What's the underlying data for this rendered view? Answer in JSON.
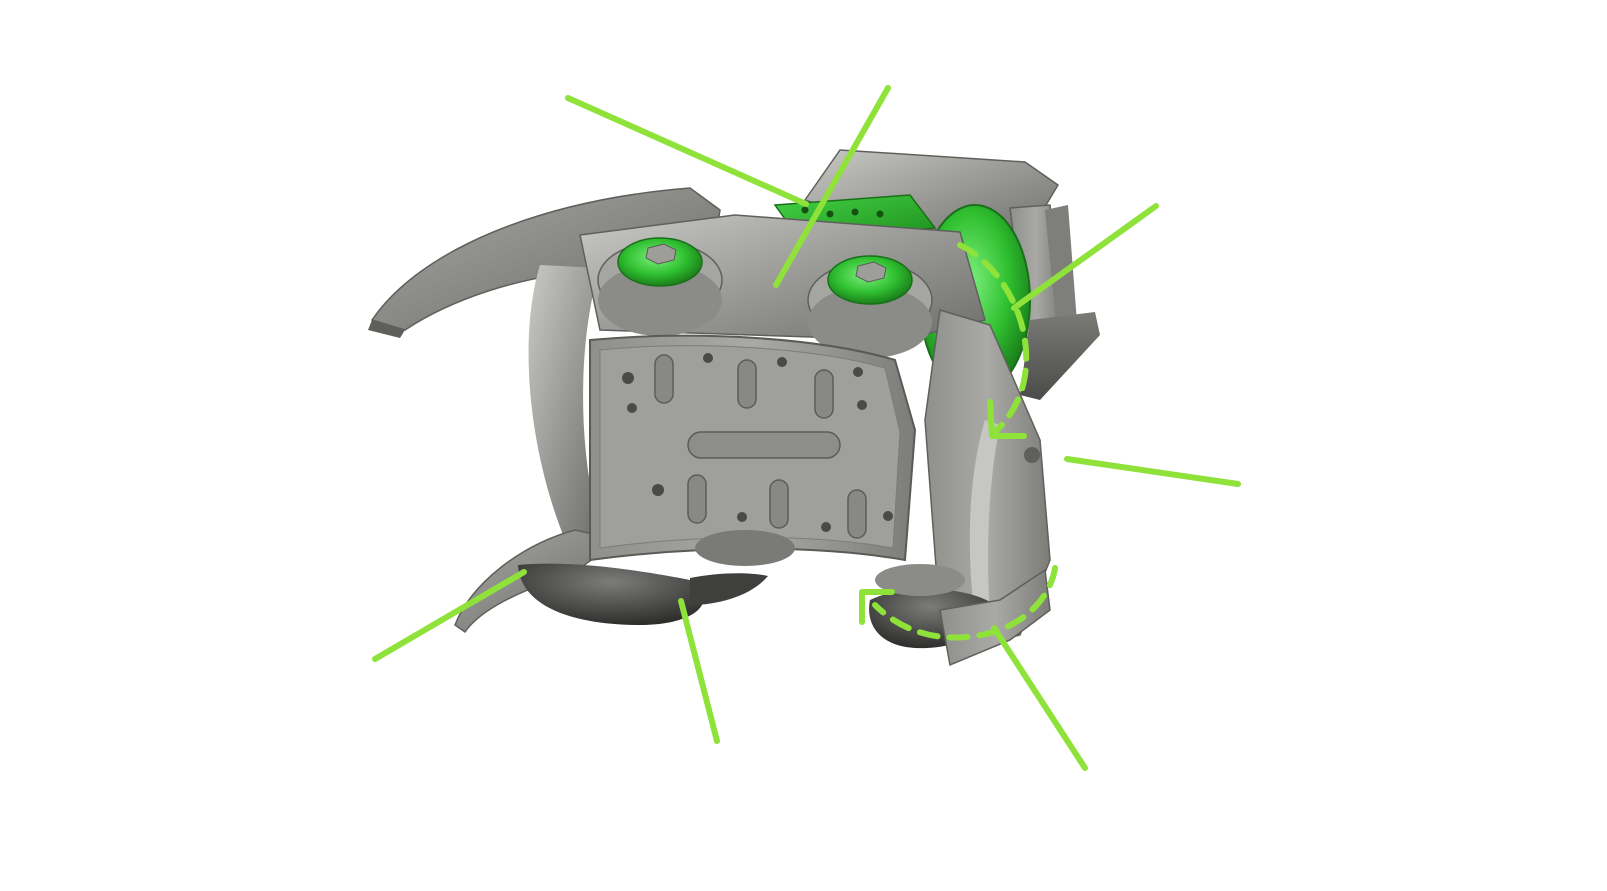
{
  "figure": {
    "subject": "rotating-grapple-head",
    "colors": {
      "background": "#ffffff",
      "callout": "#8ee23a",
      "accent_green": "#2fbf2f",
      "accent_green_dark": "#1f8f1f",
      "steel_light": "#b9b9b6",
      "steel_mid": "#8e8e8b",
      "steel_dark": "#5f5f5c",
      "shadow": "#3b3b3a",
      "bolt_hole": "#4a4a48"
    },
    "callouts": [
      {
        "id": "callout-top-plate"
      },
      {
        "id": "callout-hub-top"
      },
      {
        "id": "callout-motor-right"
      },
      {
        "id": "callout-side-right"
      },
      {
        "id": "callout-rotor-bottom-right"
      },
      {
        "id": "callout-jaw-bottom-left"
      },
      {
        "id": "callout-jaw-bottom-center"
      }
    ],
    "rotation_indicators": [
      {
        "id": "rotation-upper",
        "icon": "curved-dashed-arrow-icon"
      },
      {
        "id": "rotation-lower",
        "icon": "curved-dashed-arrow-icon"
      }
    ]
  }
}
